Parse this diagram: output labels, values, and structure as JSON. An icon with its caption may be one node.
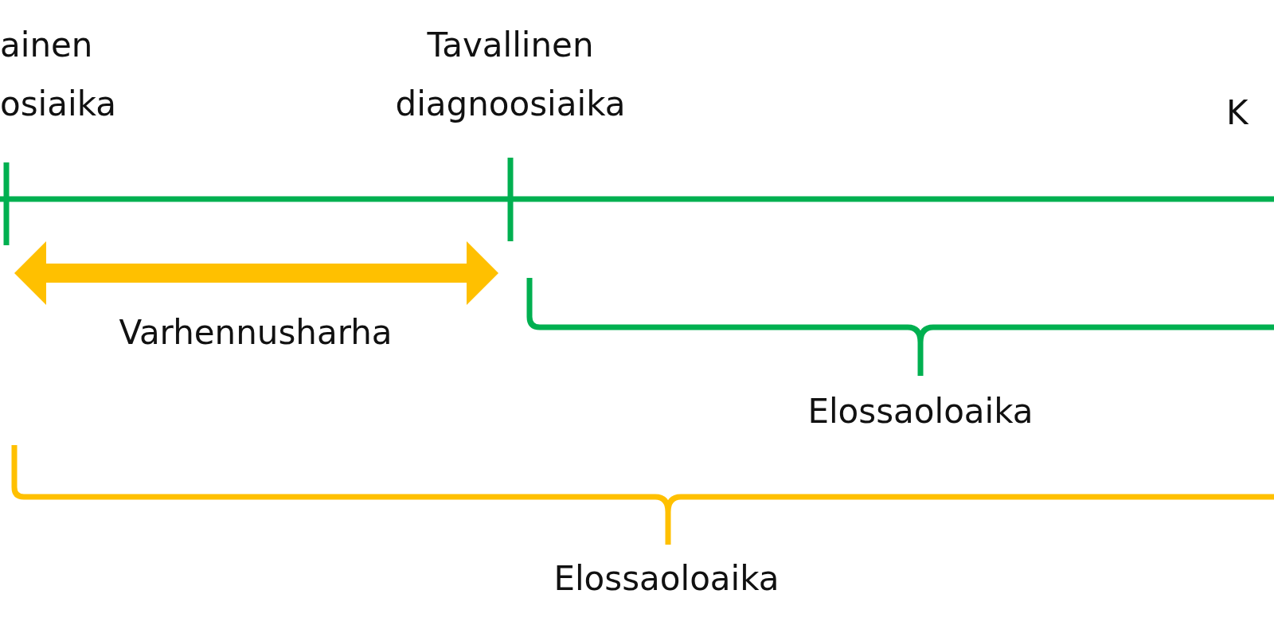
{
  "diagram": {
    "labels": [
      "ainen osiaika",
      "Tavallinen diagnoosiaika",
      "K",
      "Varhennusharha",
      "Elossaoloaika",
      "Elossaoloaika"
    ]
  }
}
